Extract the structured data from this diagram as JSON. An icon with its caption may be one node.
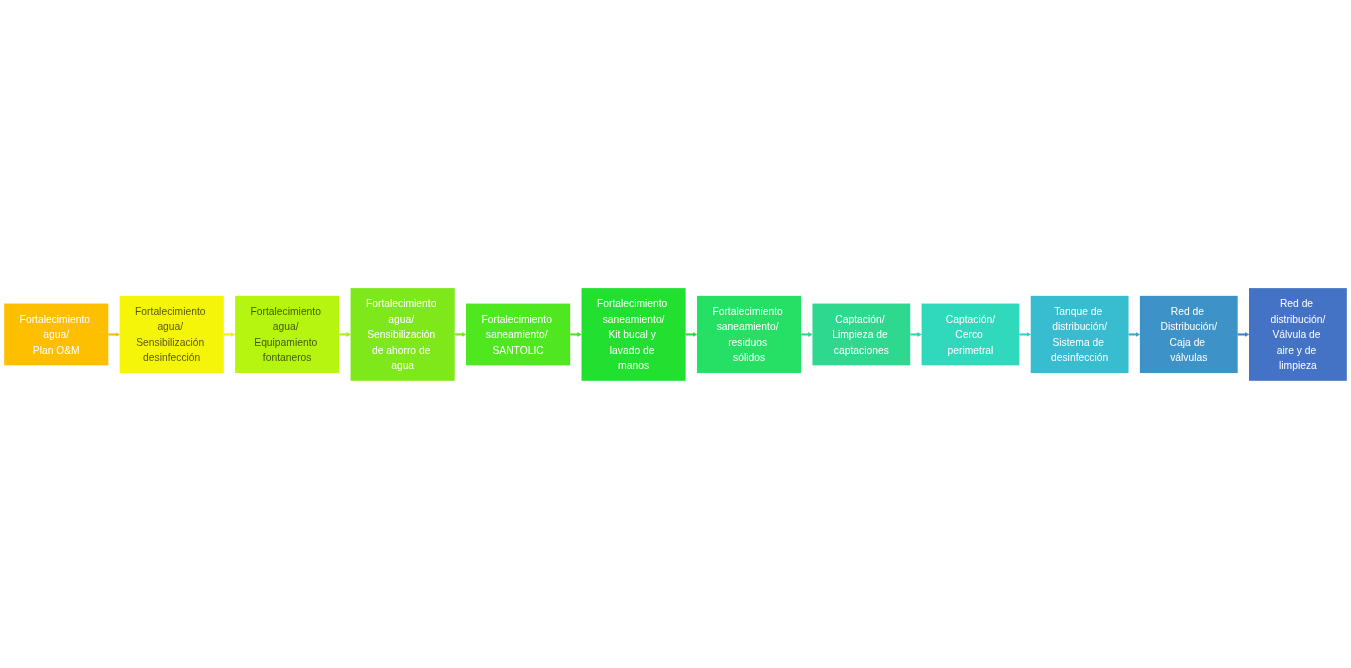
{
  "diagram": {
    "nodes": [
      {
        "text": [
          "Fortalecimiento agua/",
          "Plan O&M"
        ]
      },
      {
        "text": [
          "Fortalecimiento agua/ Sensibilización desinfección"
        ]
      },
      {
        "text": [
          "Fortalecimiento agua/ Equipamiento fontaneros"
        ]
      },
      {
        "text": [
          "Fortalecimiento agua/ Sensibilización de ahorro de agua"
        ]
      },
      {
        "text": [
          "Fortalecimiento saneamiento/ SANTOLIC"
        ]
      },
      {
        "text": [
          "Fortalecimiento saneamiento/",
          "Kit bucal y lavado de manos"
        ]
      },
      {
        "text": [
          "Fortalecimiento saneamiento/ residuos sólidos"
        ]
      },
      {
        "text": [
          "Captación/ Limpieza de captaciones"
        ]
      },
      {
        "text": [
          "Captación/",
          "Cerco perimetral"
        ]
      },
      {
        "text": [
          "Tanque de distribución/",
          "Sistema de desinfección"
        ]
      },
      {
        "text": [
          "Red de Distribución/",
          "Caja de válvulas"
        ]
      },
      {
        "text": [
          "Red de distribución/",
          "Válvula de aire y de limpieza"
        ]
      }
    ],
    "edges": [
      {
        "from": 0,
        "to": 1,
        "arrow": "to",
        "color": "#fbb900"
      },
      {
        "from": 1,
        "to": 2,
        "arrow": "to",
        "color": "#eef20a"
      },
      {
        "from": 2,
        "to": 3,
        "arrow": "to",
        "color": "#a8f010"
      },
      {
        "from": 3,
        "to": 4,
        "arrow": "to",
        "color": "#78e61a"
      },
      {
        "from": 4,
        "to": 5,
        "arrow": "to",
        "color": "#44e424"
      },
      {
        "from": 5,
        "to": 6,
        "arrow": "to",
        "color": "#24dc3c"
      },
      {
        "from": 6,
        "to": 7,
        "arrow": "to",
        "color": "#2ad88a"
      },
      {
        "from": 7,
        "to": 8,
        "arrow": "to",
        "color": "#2fd6b0"
      },
      {
        "from": 8,
        "to": 9,
        "arrow": "to",
        "color": "#36ccd0"
      },
      {
        "from": 9,
        "to": 10,
        "arrow": "to",
        "color": "#3aa6cc"
      },
      {
        "from": 10,
        "to": 11,
        "arrow": "to",
        "color": "#4080c6"
      }
    ]
  }
}
